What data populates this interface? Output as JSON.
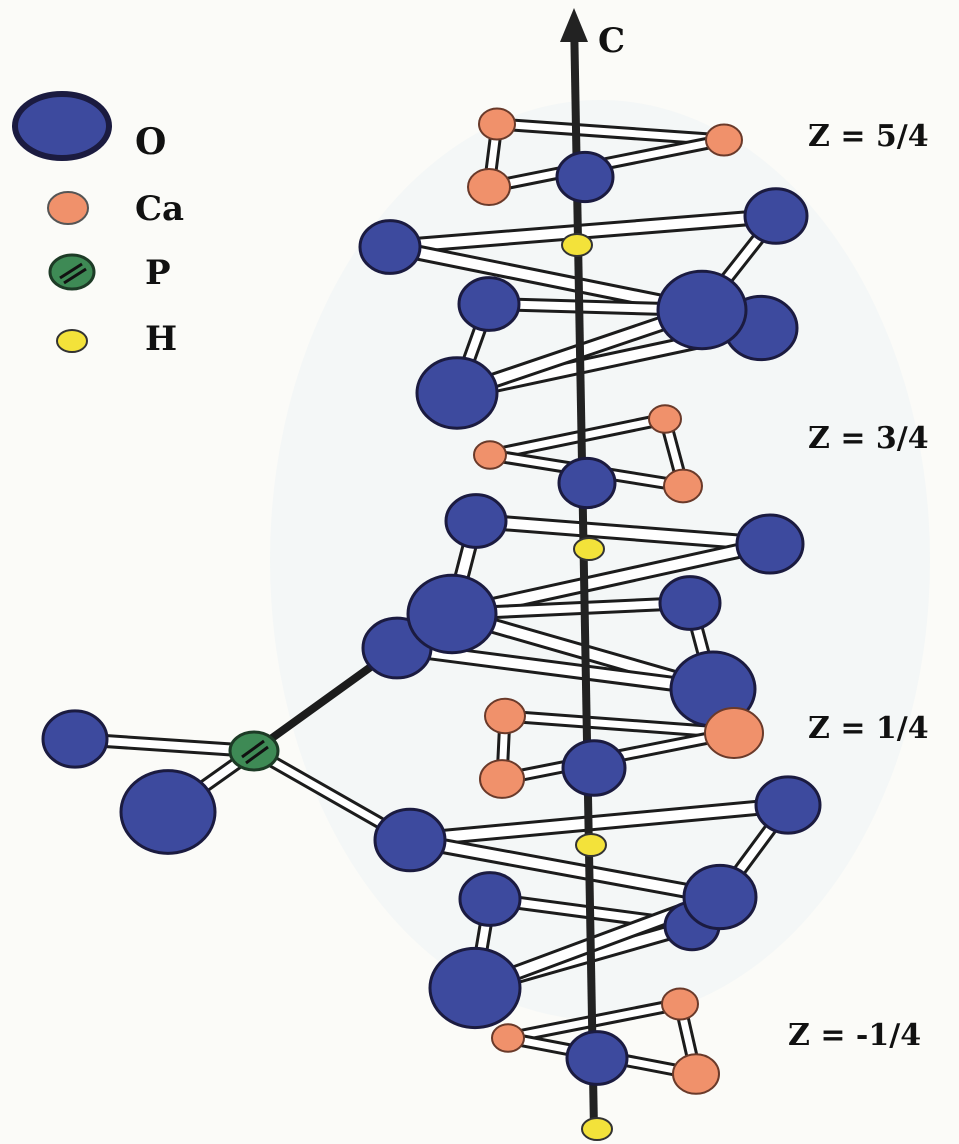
{
  "axis": {
    "label": "C"
  },
  "legend": [
    {
      "symbol": "O",
      "label": "O"
    },
    {
      "symbol": "Ca",
      "label": "Ca"
    },
    {
      "symbol": "P",
      "label": "P"
    },
    {
      "symbol": "H",
      "label": "H"
    }
  ],
  "levels": [
    {
      "label": "Z = 5/4"
    },
    {
      "label": "Z = 3/4"
    },
    {
      "label": "Z = 1/4"
    },
    {
      "label": "Z = -1/4"
    }
  ],
  "colors": {
    "oxygen": "#3d4a9e",
    "oxygen_outline": "#1b1b40",
    "calcium": "#f0916b",
    "phosphorus": "#3e8a55",
    "hydrogen": "#f3e23a",
    "bond": "#1c1c1c",
    "axis": "#222222"
  }
}
